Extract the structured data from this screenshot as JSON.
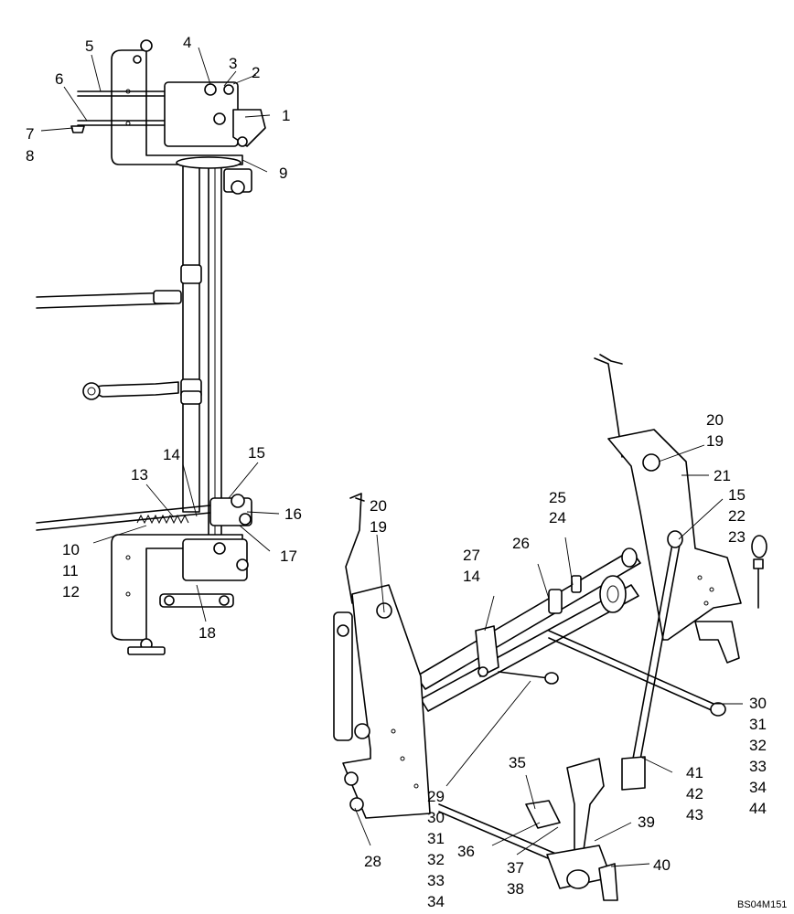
{
  "figure_code": "BS04M151",
  "callouts": [
    "1",
    "2",
    "3",
    "4",
    "5",
    "6",
    "7",
    "8",
    "9",
    "10",
    "11",
    "12",
    "13",
    "14",
    "15",
    "16",
    "17",
    "18",
    "19",
    "20",
    "21",
    "22",
    "23",
    "24",
    "25",
    "26",
    "27",
    "14",
    "28",
    "29",
    "30",
    "31",
    "32",
    "33",
    "34",
    "15",
    "19",
    "20",
    "30",
    "31",
    "32",
    "33",
    "34",
    "35",
    "36",
    "37",
    "38",
    "39",
    "40",
    "41",
    "42",
    "43",
    "44"
  ]
}
